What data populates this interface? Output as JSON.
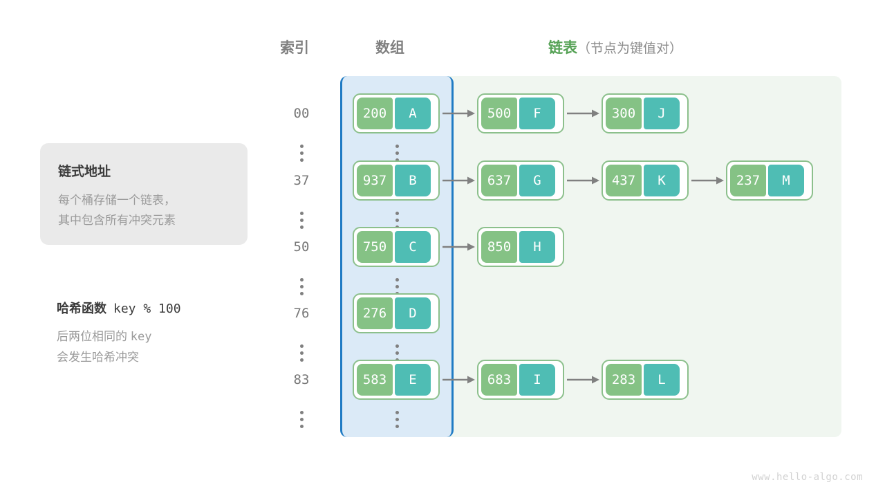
{
  "headers": {
    "index": "索引",
    "array": "数组",
    "list_accent": "链表",
    "list_paren": "（节点为键值对）"
  },
  "info_panel": {
    "title": "链式地址",
    "line1": "每个桶存储一个链表，",
    "line2": "其中包含所有冲突元素"
  },
  "hash": {
    "title": "哈希函数",
    "formula": "key % 100",
    "note1_a": "后两位相同的",
    "note1_b": "key",
    "note2": "会发生哈希冲突"
  },
  "colors": {
    "key_cell": "#85c285",
    "value_cell": "#4fbdb4",
    "node_border": "#8cc08c",
    "array_border": "#1f7bc4",
    "array_fill": "#dbeaf7",
    "list_fill": "#f0f6f0",
    "accent_green": "#56a256",
    "arrow": "#808080"
  },
  "rows": [
    {
      "index": "00",
      "nodes": [
        {
          "key": "200",
          "value": "A"
        },
        {
          "key": "500",
          "value": "F"
        },
        {
          "key": "300",
          "value": "J"
        }
      ]
    },
    {
      "index": "⋮",
      "nodes": []
    },
    {
      "index": "37",
      "nodes": [
        {
          "key": "937",
          "value": "B"
        },
        {
          "key": "637",
          "value": "G"
        },
        {
          "key": "437",
          "value": "K"
        },
        {
          "key": "237",
          "value": "M"
        }
      ]
    },
    {
      "index": "⋮",
      "nodes": []
    },
    {
      "index": "50",
      "nodes": [
        {
          "key": "750",
          "value": "C"
        },
        {
          "key": "850",
          "value": "H"
        }
      ]
    },
    {
      "index": "⋮",
      "nodes": []
    },
    {
      "index": "76",
      "nodes": [
        {
          "key": "276",
          "value": "D"
        }
      ]
    },
    {
      "index": "⋮",
      "nodes": []
    },
    {
      "index": "83",
      "nodes": [
        {
          "key": "583",
          "value": "E"
        },
        {
          "key": "683",
          "value": "I"
        },
        {
          "key": "283",
          "value": "L"
        }
      ]
    },
    {
      "index": "⋮",
      "nodes": []
    }
  ],
  "watermark": "www.hello-algo.com"
}
